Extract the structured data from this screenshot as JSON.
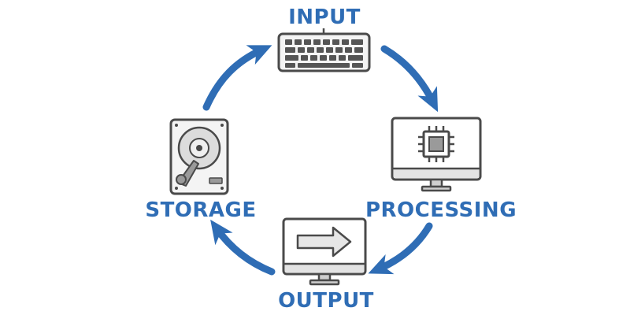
{
  "diagram": {
    "colors": {
      "accent": "#2f6db5",
      "icon_stroke": "#4a4a4a",
      "icon_fill_light": "#e6e6e6",
      "icon_fill_mid": "#9a9a9a",
      "background": "#ffffff"
    },
    "stages": {
      "input": {
        "label": "INPUT",
        "icon": "keyboard-icon"
      },
      "processing": {
        "label": "PROCESSING",
        "icon": "monitor-cpu-icon"
      },
      "output": {
        "label": "OUTPUT",
        "icon": "monitor-arrow-icon"
      },
      "storage": {
        "label": "STORAGE",
        "icon": "hard-drive-icon"
      }
    },
    "flow": [
      "input",
      "processing",
      "output",
      "storage",
      "input"
    ]
  }
}
